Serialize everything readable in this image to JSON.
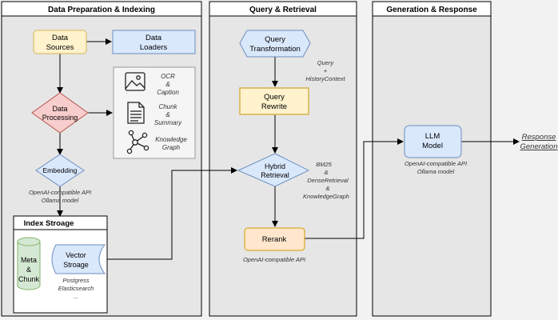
{
  "panels": {
    "prep": "Data Preparation & Indexing",
    "query": "Query & Retrieval",
    "gen": "Generation & Response"
  },
  "prep": {
    "data_sources": [
      "Data",
      "Sources"
    ],
    "data_loaders": [
      "Data",
      "Loaders"
    ],
    "data_processing": [
      "Data",
      "Processing"
    ],
    "ocr_caption": [
      "OCR",
      "&",
      "Caption"
    ],
    "chunk_summary": [
      "Chunk",
      "&",
      "Summary"
    ],
    "knowledge_graph": [
      "Knowledge",
      "Graph"
    ],
    "embedding": "Embedding",
    "embedding_notes": [
      "OpenAI-compatible API",
      "Ollama model"
    ],
    "index_storage_title": "Index Stroage",
    "meta_chunk": [
      "Meta",
      "&",
      "Chunk"
    ],
    "vector_storage": [
      "Vector",
      "Stroage"
    ],
    "storage_notes": [
      "Postgress",
      "Elasticsearch",
      "..."
    ]
  },
  "query": {
    "query_transformation": [
      "Query",
      "Transformation"
    ],
    "history_notes": [
      "Query",
      "+",
      "HistoryContext"
    ],
    "query_rewrite": [
      "Query",
      "Rewrite"
    ],
    "hybrid_retrieval": [
      "Hybrid",
      "Retrieval"
    ],
    "retrieval_notes": [
      "BM25",
      "&",
      "DenseRetrieval",
      "&",
      "KnowledgeGraph"
    ],
    "rerank": "Rerank",
    "rerank_note": "OpenAI-compatible API"
  },
  "gen": {
    "llm_model": [
      "LLM",
      "Model"
    ],
    "llm_notes": [
      "OpenAI-compatible API",
      "Ollama model"
    ],
    "response": [
      "Response",
      "Generation"
    ]
  },
  "colors": {
    "yellow_fill": "#fff2cc",
    "yellow_stroke": "#d6b656",
    "blue_fill": "#dae8fc",
    "blue_stroke": "#6c8ebf",
    "red_fill": "#f8cecc",
    "red_stroke": "#b85450",
    "green_fill": "#d5e8d4",
    "green_stroke": "#82b366",
    "orange_fill": "#ffe6cc",
    "orange_stroke": "#d79b00",
    "panel_fill": "#e6e6e6"
  }
}
